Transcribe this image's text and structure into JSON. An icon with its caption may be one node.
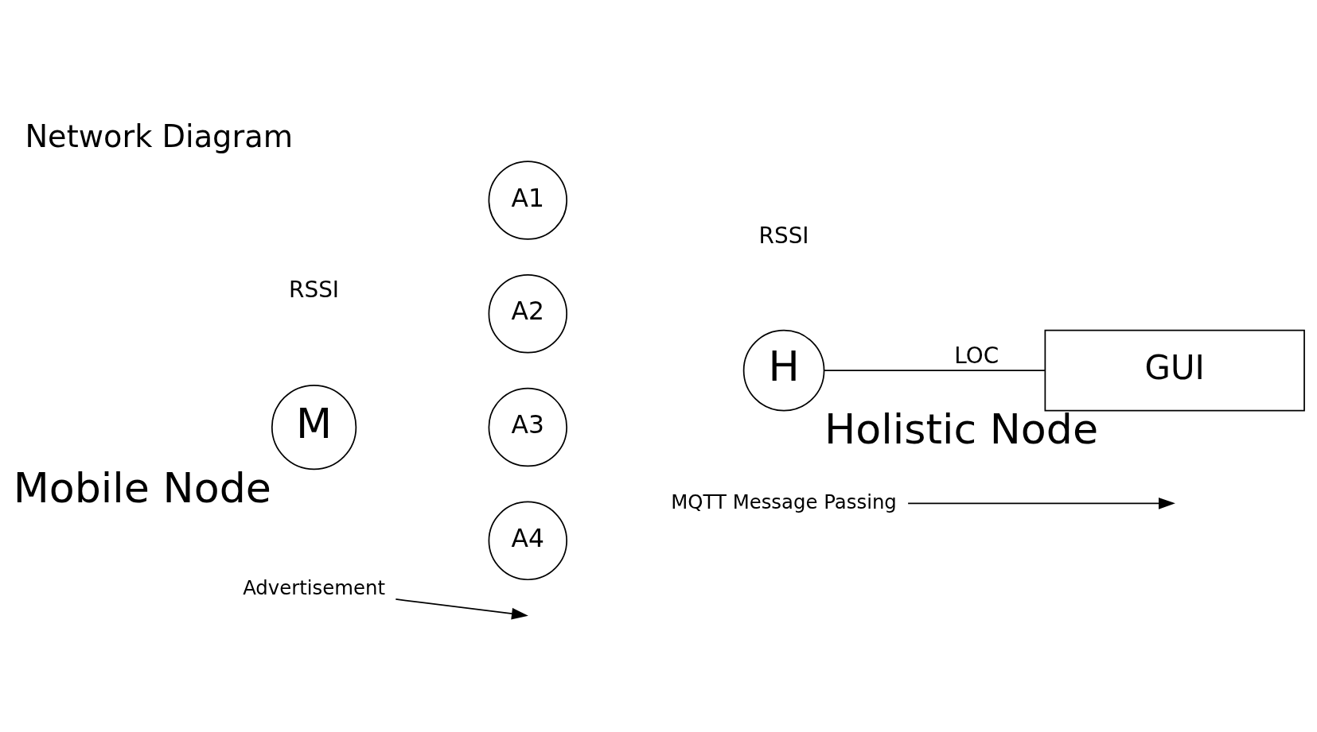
{
  "diagram": {
    "title": "Network Diagram",
    "nodes": [
      {
        "text": [
          "M"
        ],
        "beside": [
          "Mobile Node"
        ]
      },
      {
        "text": [
          "A1"
        ]
      },
      {
        "text": [
          "A2"
        ]
      },
      {
        "text": [
          "A3"
        ]
      },
      {
        "text": [
          "A4"
        ]
      },
      {
        "text": [
          "H"
        ],
        "beside": [
          "Holistic Node"
        ]
      },
      {
        "text": [
          "GUI"
        ]
      },
      {
        "text": [
          "Advertisement"
        ]
      },
      {
        "text": [
          "MQTT Message Passing"
        ]
      }
    ],
    "edges": [
      {
        "from": 5,
        "to": 6,
        "label": "LOC",
        "arrow": "none"
      },
      {
        "from": 7,
        "to": null,
        "arrow": "to"
      },
      {
        "from": 8,
        "to": null,
        "arrow": "to"
      }
    ],
    "labels": [
      "RSSI",
      "RSSI"
    ]
  }
}
